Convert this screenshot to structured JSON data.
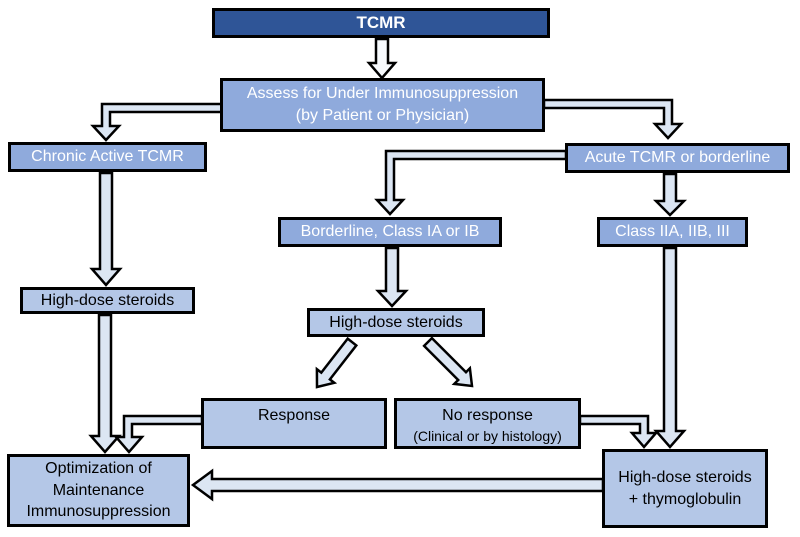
{
  "diagram_title": "TCMR",
  "colors": {
    "header_fill": "#2F5597",
    "classification_node_fill": "#8FAADC",
    "treatment_node_fill": "#B4C7E7",
    "arrow_fill": "#DCE6F3",
    "border": "#000000",
    "text_on_header": "#FFFFFF",
    "text_on_classification": "#FFFFFF",
    "text_on_treatment": "#000000"
  },
  "flowchart": {
    "tcmr": {
      "label": "TCMR"
    },
    "assess": {
      "line1": "Assess for Under Immunosuppression",
      "line2": "(by Patient or Physician)"
    },
    "chronic_active": {
      "label": "Chronic Active TCMR"
    },
    "acute": {
      "label": "Acute TCMR or borderline"
    },
    "borderline": {
      "label": "Borderline, Class IA or IB"
    },
    "class_2_3": {
      "label": "Class IIA, IIB, III"
    },
    "high_dose_left": {
      "label": "High-dose steroids"
    },
    "high_dose_center": {
      "label": "High-dose steroids"
    },
    "response": {
      "label": "Response"
    },
    "no_response": {
      "line1": "No response",
      "line2": "(Clinical or by histology)"
    },
    "optimization": {
      "line1": "Optimization of",
      "line2": "Maintenance",
      "line3": "Immunosuppression"
    },
    "high_dose_thymoglobulin": {
      "line1": "High-dose steroids",
      "line2": "+ thymoglobulin"
    }
  }
}
